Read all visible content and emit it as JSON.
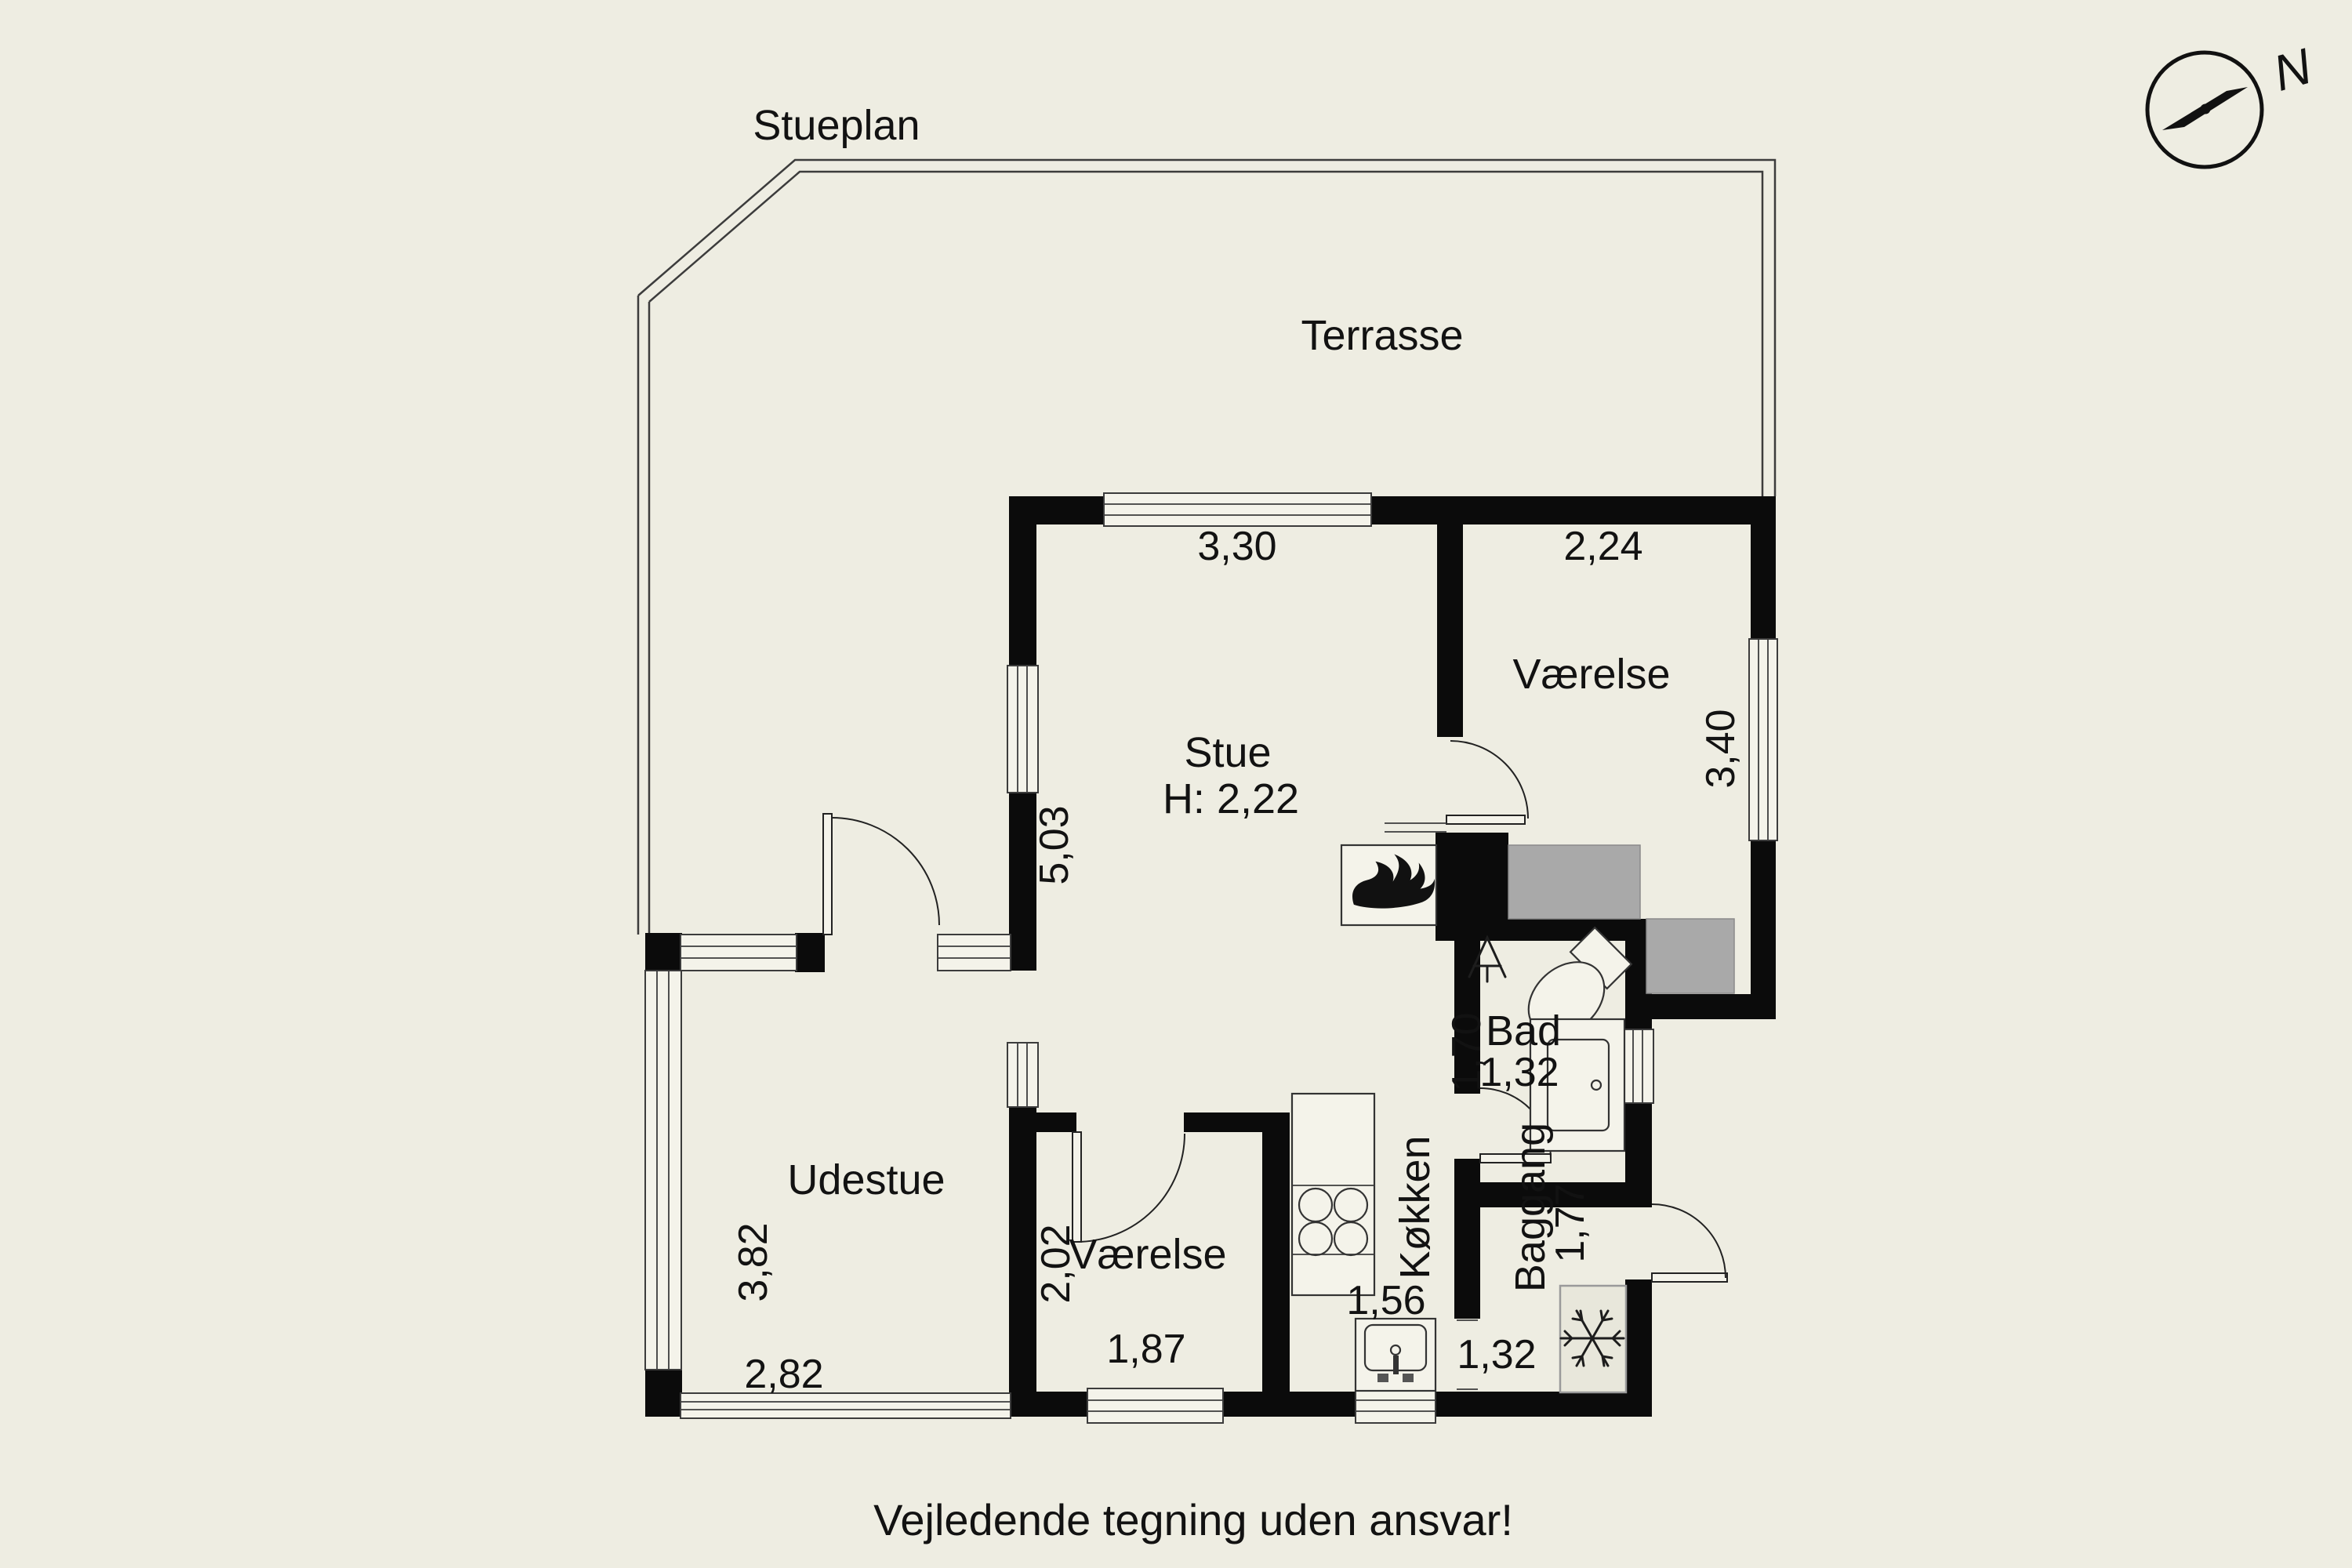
{
  "title": "Stueplan",
  "footer_note": "Vejledende tegning uden ansvar!",
  "compass": {
    "north_letter": "N"
  },
  "rooms": {
    "terrasse": {
      "label": "Terrasse"
    },
    "stue": {
      "label": "Stue",
      "ceiling_height": "H: 2,22",
      "width": "3,30",
      "depth": "5,03"
    },
    "vaerelse_ne": {
      "label": "Værelse",
      "width": "2,24",
      "depth": "3,40"
    },
    "udestue": {
      "label": "Udestue",
      "width": "2,82",
      "depth": "3,82"
    },
    "vaerelse_s": {
      "label": "Værelse",
      "width": "1,87",
      "depth": "2,02"
    },
    "koekken": {
      "label": "Køkken",
      "width": "1,56"
    },
    "bad": {
      "label": "Bad",
      "width": "1,32",
      "depth": "1,70"
    },
    "baggang": {
      "label": "Baggang",
      "width": "1,32",
      "depth": "1,77"
    }
  },
  "icons": {
    "compass": "compass-rose",
    "fireplace": "flame",
    "freezer": "snowflake",
    "toilet": "toilet-top-view",
    "vanity": "sink-cabinet",
    "kitchen_sink": "sink-with-faucet",
    "stove": "four-burner-cooktop",
    "shower": "floor-drain"
  },
  "colors": {
    "background": "#eeede2",
    "wall": "#0b0b0b",
    "closet_gray": "#a9a9a9",
    "line": "#3c3c3c"
  }
}
